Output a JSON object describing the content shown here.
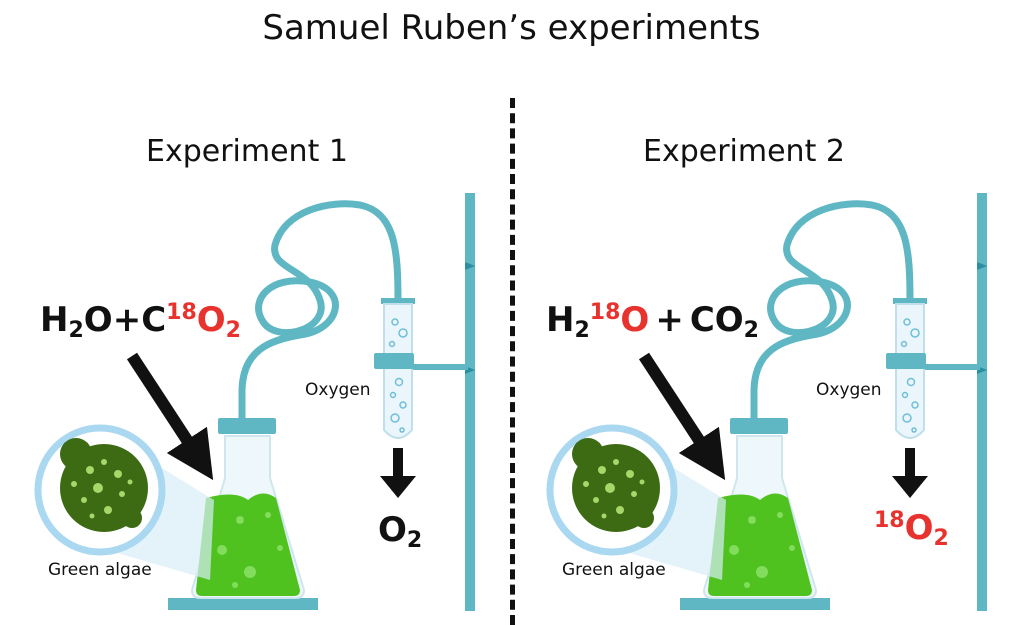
{
  "title": "Samuel Ruben’s experiments",
  "experiment1": {
    "title": "Experiment 1",
    "formula": {
      "h": "H",
      "h_sub": "2",
      "o": "O",
      "plus": "+",
      "c": "C",
      "iso_sup": "18",
      "o2": "O",
      "o2_sub": "2"
    },
    "gas_label": "Oxygen",
    "algae_label": "Green algae",
    "product": {
      "o": "O",
      "sub": "2"
    }
  },
  "experiment2": {
    "title": "Experiment 2",
    "formula": {
      "h": "H",
      "h_sub": "2",
      "iso_sup": "18",
      "o": "O",
      "plus": "+",
      "co": "CO",
      "co_sub": "2"
    },
    "gas_label": "Oxygen",
    "algae_label": "Green algae",
    "product": {
      "iso_sup": "18",
      "o": "O",
      "sub": "2"
    }
  },
  "colors": {
    "isotope_red": "#e8322d",
    "apparatus_teal": "#5fb7c4",
    "algae_green": "#4fc21f",
    "cell_green": "#3c6b14",
    "zoom_blue": "#a9d8f0"
  }
}
